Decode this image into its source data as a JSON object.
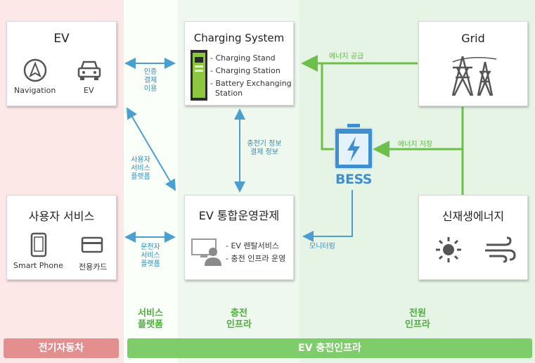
{
  "ev_box": {
    "title": "EV",
    "navigation_label": "Navigation",
    "car_label": "EV"
  },
  "charging_box": {
    "title": "Charging System",
    "items": [
      "- Charging Stand",
      "- Charging Station",
      "- Battery Exchanging",
      "  Station"
    ]
  },
  "grid_box": {
    "title": "Grid"
  },
  "user_box": {
    "title": "사용자 서비스",
    "phone_label": "Smart Phone",
    "card_label": "전용카드"
  },
  "control_box": {
    "title": "EV 통합운영관제",
    "items": [
      "- EV 렌탈서비스",
      "- 충전 인프라 운영"
    ]
  },
  "renewable_box": {
    "title": "신재생에너지"
  },
  "bess": {
    "label": "BESS"
  },
  "flows": {
    "auth_pay": [
      "인증",
      "결제",
      "이용"
    ],
    "user_platform": [
      "사용자",
      "서비스",
      "플랫폼"
    ],
    "driver_platform": [
      "운전자",
      "서비스",
      "플랫폼"
    ],
    "charger_info": [
      "충전기 정보",
      "결제 정보"
    ],
    "energy_supply": "에너지 공급",
    "energy_storage": "에너지 저장",
    "monitoring": "모니터링"
  },
  "zones": {
    "service_platform": [
      "서비스",
      "플랫폼"
    ],
    "charging_infra": [
      "충전",
      "인프라"
    ],
    "power_infra": [
      "전원",
      "인프라"
    ]
  },
  "footer": {
    "ev_label": "전기자동차",
    "infra_label": "EV 충전인프라"
  },
  "colors": {
    "blue_flow": "#4b9fd0",
    "green_flow": "#6cc04a",
    "ev_zone": "#fde8e8",
    "infra_zone": "#e6f4e6"
  }
}
